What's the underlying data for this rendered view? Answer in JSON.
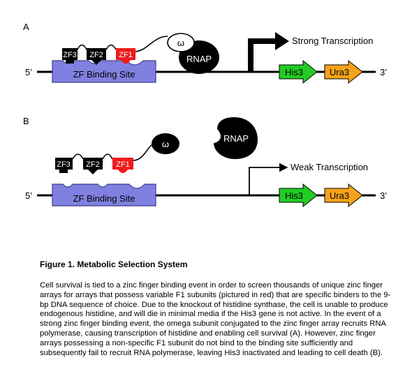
{
  "colors": {
    "zf_site": "#8080e0",
    "zf_site_stroke": "#3c3c8c",
    "zf1": "#ee1c1c",
    "zf_dark": "#000000",
    "his3": "#22cc22",
    "ura3": "#f7a21b",
    "rnap": "#000000"
  },
  "panelA": {
    "label": "A",
    "end5": "5’",
    "end3": "3’",
    "zf_site": "ZF Binding Site",
    "zf3": "ZF3",
    "zf2": "ZF2",
    "zf1": "ZF1",
    "omega": "ω",
    "rnap": "RNAP",
    "transcription": "Strong Transcription",
    "his3": "His3",
    "ura3": "Ura3"
  },
  "panelB": {
    "label": "B",
    "end5": "5’",
    "end3": "3’",
    "zf_site": "ZF Binding Site",
    "zf3": "ZF3",
    "zf2": "ZF2",
    "zf1": "ZF1",
    "omega": "ω",
    "rnap": "RNAP",
    "transcription": "Weak Transcription",
    "his3": "His3",
    "ura3": "Ura3"
  },
  "caption": {
    "title": "Figure 1. Metabolic Selection System",
    "body": "Cell survival is tied to a zinc finger binding event in order to screen thousands of unique zinc finger arrays for arrays that possess variable F1 subunits (pictured in red) that are specific binders to the 9-bp DNA sequence of choice.  Due to the knockout of histidine synthase, the cell is unable to produce endogenous histidine, and will die in minimal media if the His3 gene is not active.  In the event of a strong zinc finger binding event, the omega subunit conjugated to the zinc finger array recruits RNA polymerase, causing transcription of histidine and enabling cell survival (A).  However, zinc finger arrays possessing a non-specific F1 subunit do not bind to the binding site sufficiently and subsequently fail to recruit RNA polymerase, leaving His3 inactivated and leading to cell death (B)."
  }
}
